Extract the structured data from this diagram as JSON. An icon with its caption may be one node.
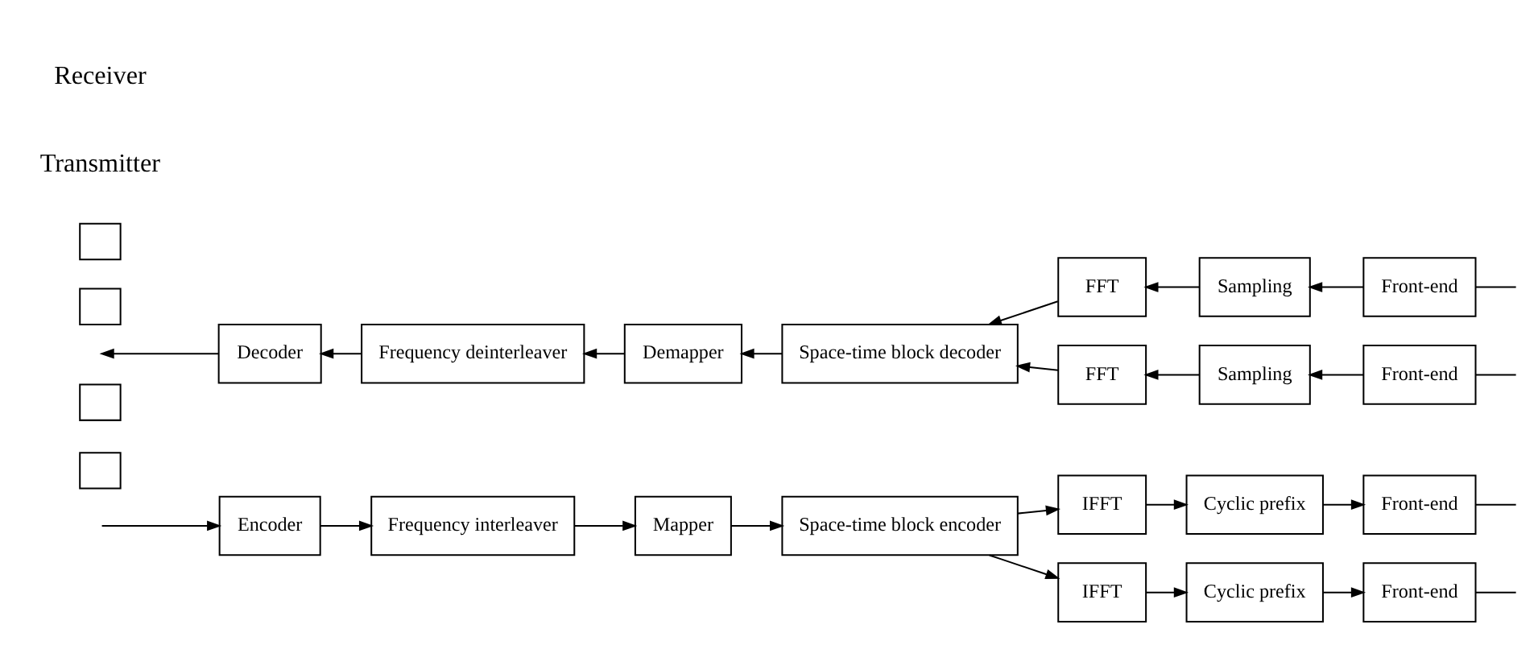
{
  "diagram": {
    "nodes": [
      {
        "text": [
          "Encoder"
        ]
      },
      {
        "text": [
          "Frequency interleaver"
        ]
      },
      {
        "text": [
          "Mapper"
        ]
      },
      {
        "text": [
          "Space-time block encoder"
        ]
      },
      {
        "text": [
          "IFFT"
        ]
      },
      {
        "text": [
          "Cyclic prefix"
        ]
      },
      {
        "text": [
          "Front-end"
        ]
      },
      {
        "text": [
          "IFFT"
        ]
      },
      {
        "text": [
          "Cyclic prefix"
        ]
      },
      {
        "text": [
          "Front-end"
        ]
      },
      {
        "text": [],
        "shape": "box"
      },
      {
        "text": [],
        "shape": "box"
      },
      {
        "text": [
          "Decoder"
        ]
      },
      {
        "text": [
          "Frequency deinterleaver"
        ]
      },
      {
        "text": [
          "Demapper"
        ]
      },
      {
        "text": [
          "Space-time block decoder"
        ]
      },
      {
        "text": [
          "FFT"
        ]
      },
      {
        "text": [
          "Sampling"
        ]
      },
      {
        "text": [
          "Front-end"
        ]
      },
      {
        "text": [
          "FFT"
        ]
      },
      {
        "text": [
          "Sampling"
        ]
      },
      {
        "text": [
          "Front-end"
        ]
      },
      {
        "text": [],
        "shape": "box"
      },
      {
        "text": [],
        "shape": "box"
      }
    ],
    "edges": [
      {
        "from": null,
        "to": 0,
        "arrow": "to"
      },
      {
        "from": 0,
        "to": 1,
        "arrow": "to"
      },
      {
        "from": 1,
        "to": 2,
        "arrow": "to"
      },
      {
        "from": 2,
        "to": 3,
        "arrow": "to"
      },
      {
        "from": 3,
        "to": 4,
        "arrow": "to"
      },
      {
        "from": 4,
        "to": 5,
        "arrow": "to"
      },
      {
        "from": 5,
        "to": 6,
        "arrow": "to"
      },
      {
        "from": 3,
        "to": 7,
        "arrow": "to"
      },
      {
        "from": 7,
        "to": 8,
        "arrow": "to"
      },
      {
        "from": 8,
        "to": 9,
        "arrow": "to"
      },
      {
        "from": 6,
        "to": null,
        "arrow": "none"
      },
      {
        "from": 9,
        "to": null,
        "arrow": "none"
      },
      {
        "from": null,
        "to": 18,
        "arrow": "none"
      },
      {
        "from": 18,
        "to": 17,
        "arrow": "to"
      },
      {
        "from": 17,
        "to": 16,
        "arrow": "to"
      },
      {
        "from": 16,
        "to": 15,
        "arrow": "to"
      },
      {
        "from": null,
        "to": 21,
        "arrow": "none"
      },
      {
        "from": 21,
        "to": 20,
        "arrow": "to"
      },
      {
        "from": 20,
        "to": 19,
        "arrow": "to"
      },
      {
        "from": 19,
        "to": 15,
        "arrow": "to"
      },
      {
        "from": 15,
        "to": 14,
        "arrow": "to"
      },
      {
        "from": 14,
        "to": 13,
        "arrow": "to"
      },
      {
        "from": 13,
        "to": 12,
        "arrow": "to"
      },
      {
        "from": 12,
        "to": null,
        "arrow": "to"
      }
    ],
    "labels": [
      "Transmitter",
      "Receiver"
    ]
  }
}
